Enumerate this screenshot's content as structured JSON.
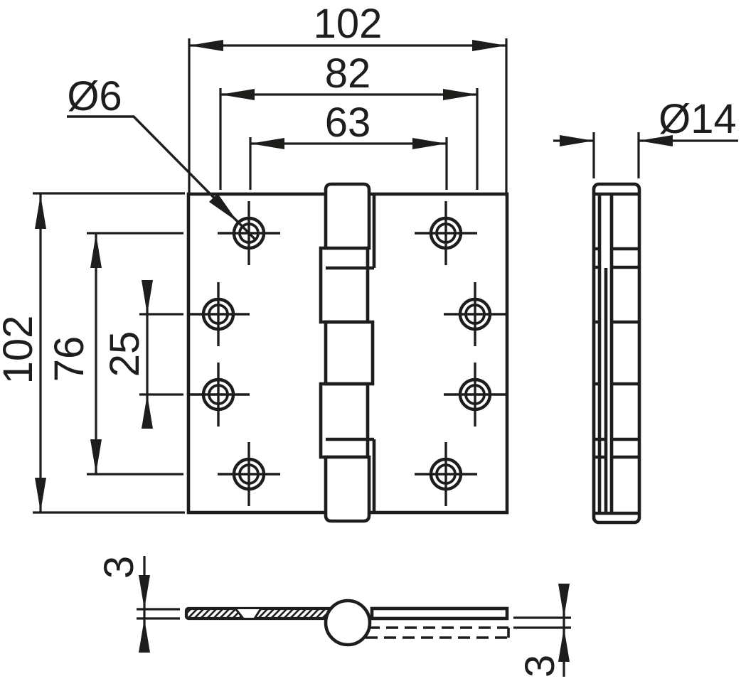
{
  "drawing": {
    "type": "technical-drawing",
    "subject": "Ball bearing door hinge - dimensioned orthographic views (front, side, section)",
    "colors": {
      "line": "#1d1d1b",
      "background": "#ffffff"
    },
    "labels": {
      "overall_width": "102",
      "outer_hole_spacing": "82",
      "inner_hole_spacing": "63",
      "screw_hole_diameter": "Ø6",
      "overall_height": "102",
      "outer_hole_row_spacing": "76",
      "middle_hole_row_spacing": "25",
      "knuckle_diameter": "Ø14",
      "leaf_thickness": "3",
      "folded_leaf_thickness": "3"
    }
  }
}
